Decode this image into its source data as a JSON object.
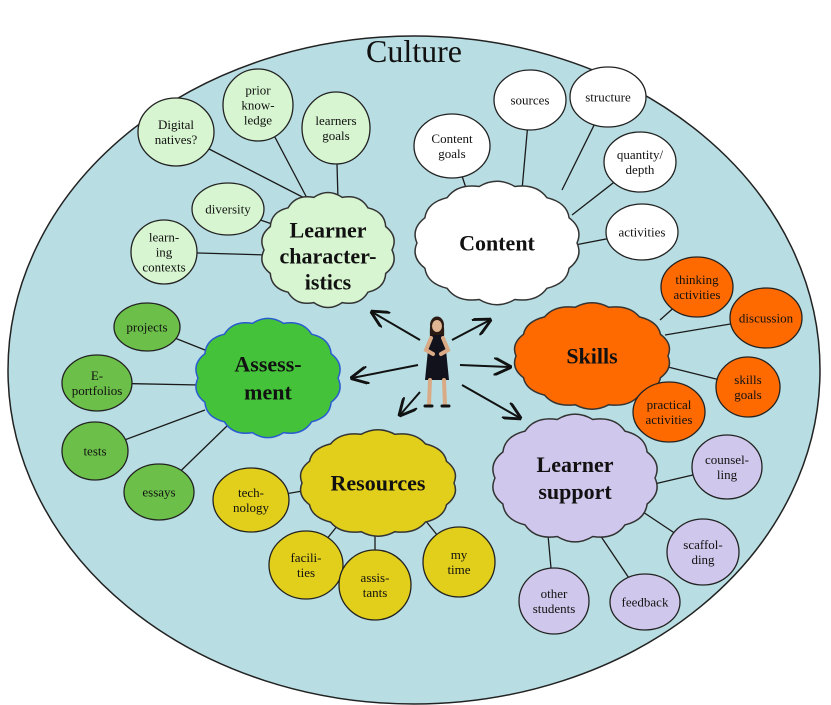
{
  "title": "Culture",
  "colors": {
    "culture_fill": "#b8dee3",
    "learner_light": "#d6f5d0",
    "content": "#ffffff",
    "skills": "#ff6a00",
    "assessment_hub": "#44c23a",
    "assessment_sat": "#6cc04a",
    "resources": "#e2cf1c",
    "support": "#d0c8ec"
  },
  "hubs": {
    "learner": [
      "Learner",
      "character-",
      "istics"
    ],
    "content": [
      "Content"
    ],
    "skills": [
      "Skills"
    ],
    "assessment": [
      "Assess-",
      "ment"
    ],
    "resources": [
      "Resources"
    ],
    "support": [
      "Learner",
      "support"
    ]
  },
  "satellites": {
    "learner": [
      [
        "Digital",
        "natives?"
      ],
      [
        "prior",
        "know-",
        "ledge"
      ],
      [
        "learners",
        "goals"
      ],
      [
        "diversity"
      ],
      [
        "learn-",
        "ing",
        "contexts"
      ]
    ],
    "content": [
      [
        "Content",
        "goals"
      ],
      [
        "sources"
      ],
      [
        "structure"
      ],
      [
        "quantity/",
        "depth"
      ],
      [
        "activities"
      ]
    ],
    "skills": [
      [
        "thinking",
        "activities"
      ],
      [
        "discussion"
      ],
      [
        "skills",
        "goals"
      ],
      [
        "practical",
        "activities"
      ]
    ],
    "assessment": [
      [
        "projects"
      ],
      [
        "E-",
        "portfolios"
      ],
      [
        "tests"
      ],
      [
        "essays"
      ]
    ],
    "resources": [
      [
        "tech-",
        "nology"
      ],
      [
        "facili-",
        "ties"
      ],
      [
        "assis-",
        "tants"
      ],
      [
        "my",
        "time"
      ]
    ],
    "support": [
      [
        "counsel-",
        "ling"
      ],
      [
        "scaffol-",
        "ding"
      ],
      [
        "feedback"
      ],
      [
        "other",
        "students"
      ]
    ]
  },
  "icons": {
    "center": "person-figure-icon"
  }
}
